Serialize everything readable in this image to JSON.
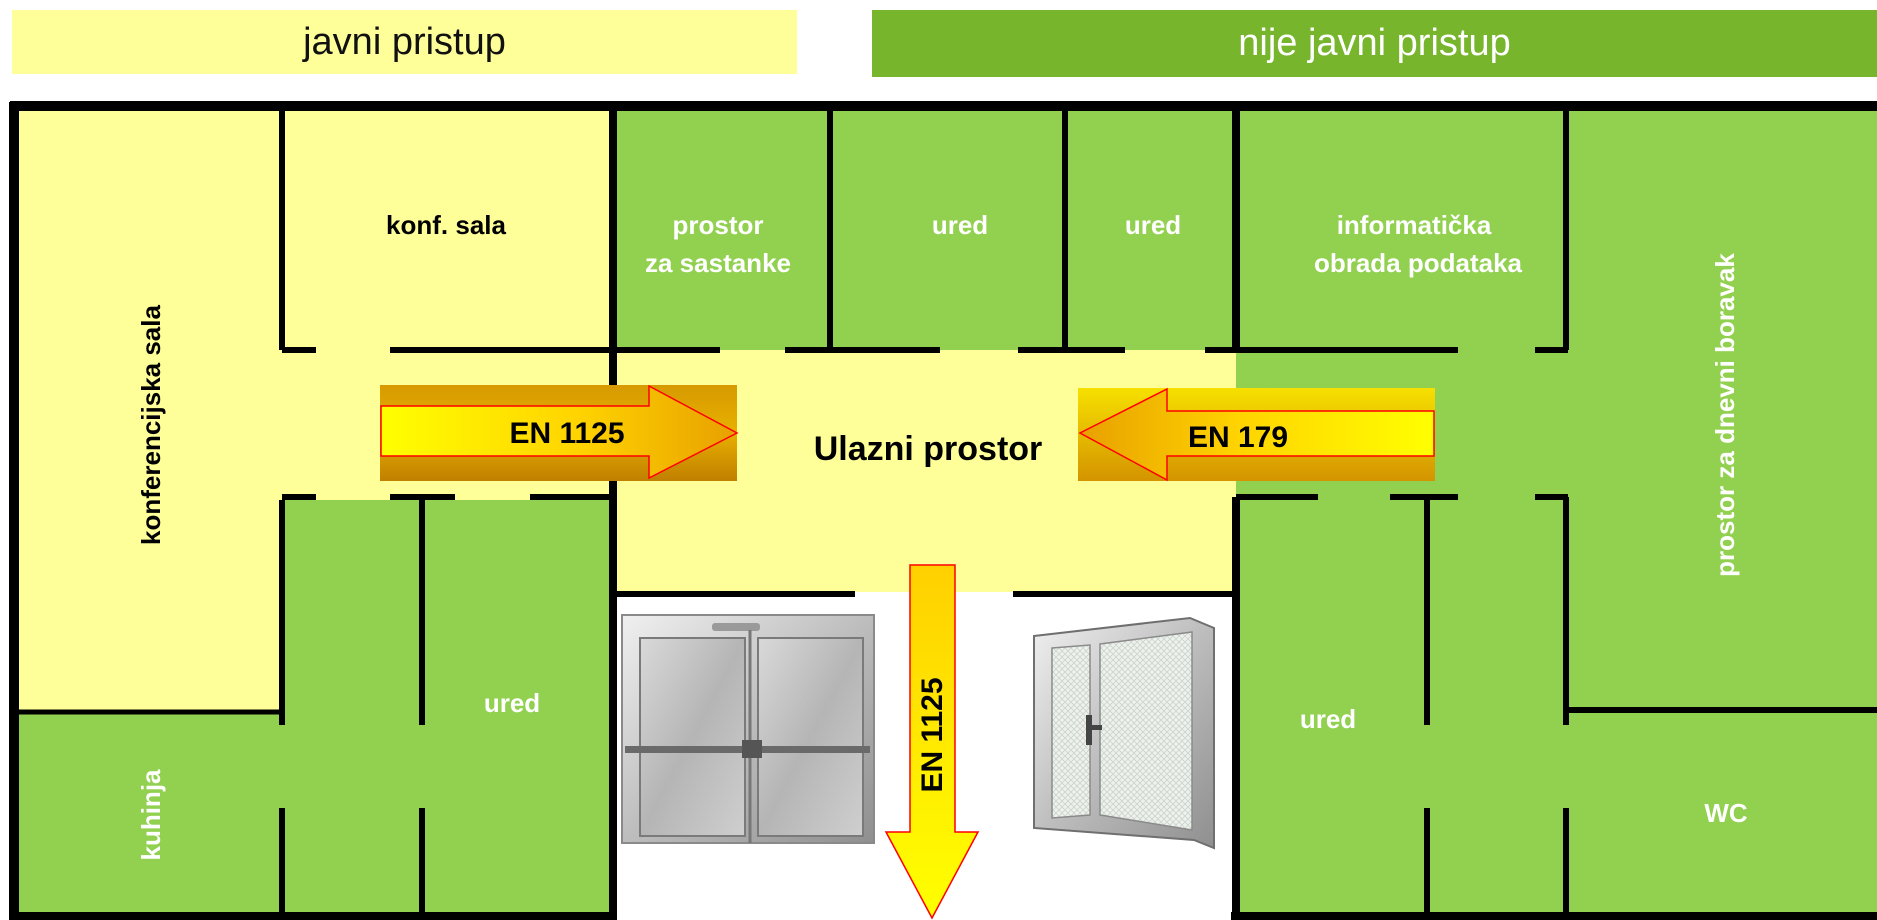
{
  "legend": {
    "public_access": "javni pristup",
    "no_public_access": "nije javni pristup"
  },
  "colors": {
    "public_yellow": "#ffff99",
    "private_green": "#92d050",
    "legend_green": "#77b52d",
    "wall": "#000000",
    "arrow_outline": "#ff0000"
  },
  "rooms": {
    "konferencijska_sala": "konferencijska sala",
    "konf_sala": "konf. sala",
    "prostor_za_sastanke_line1": "prostor",
    "prostor_za_sastanke_line2": "za sastanke",
    "ured_1": "ured",
    "ured_2": "ured",
    "informaticka_line1": "informatička",
    "informaticka_line2": "obrada podataka",
    "prostor_za_dnevni_boravak": "prostor za dnevni boravak",
    "ulazni_prostor": "Ulazni prostor",
    "kuhinja": "kuhinja",
    "ured_left": "ured",
    "ured_right": "ured",
    "wc": "WC"
  },
  "arrows": {
    "left_standard": "EN 1125",
    "right_standard": "EN 179",
    "down_standard": "EN 1125"
  },
  "icons": {
    "left_door": "double-panic-door-icon",
    "right_door": "glass-door-icon"
  }
}
